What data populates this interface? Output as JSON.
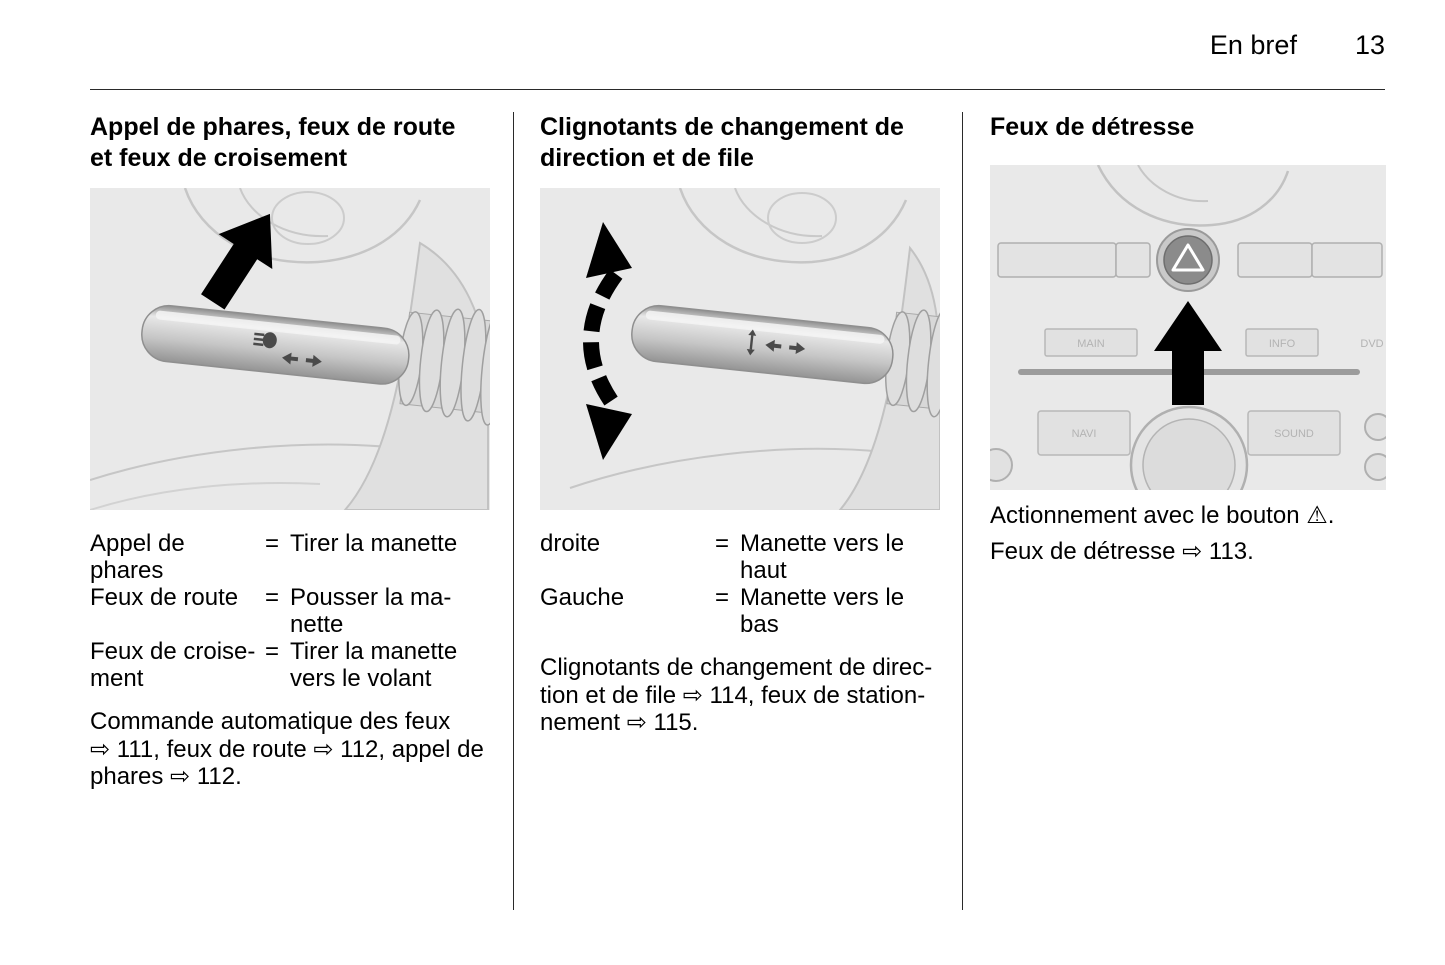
{
  "header": {
    "section": "En bref",
    "page_number": "13"
  },
  "symbols": {
    "equals": "="
  },
  "columns": {
    "left": {
      "heading": "Appel de phares, feux de route\net feux de croisement",
      "definitions": [
        {
          "term": "Appel de\nphares",
          "def": "Tirer la manette"
        },
        {
          "term": "Feux de route",
          "def": "Pousser la ma-\nnette"
        },
        {
          "term": "Feux de croise-\nment",
          "def": "Tirer la manette\nvers le volant"
        }
      ],
      "paragraph": "Commande automatique des feux\n⇨ 111, feux de route ⇨ 112, appel de\nphares ⇨ 112."
    },
    "middle": {
      "heading": "Clignotants de changement de\ndirection et de file",
      "definitions": [
        {
          "term": "droite",
          "def": "Manette vers le\nhaut"
        },
        {
          "term": "Gauche",
          "def": "Manette vers le\nbas"
        }
      ],
      "paragraph": "Clignotants de changement de direc-\ntion et de file ⇨ 114, feux de station-\nnement ⇨ 115."
    },
    "right": {
      "heading": "Feux de détresse",
      "line1": "Actionnement avec le bouton ⚠.",
      "line2": "Feux de détresse ⇨ 113.",
      "panel_labels": {
        "main": "MAIN",
        "info": "INFO",
        "dvd": "DVD",
        "navi": "NAVI",
        "sound": "SOUND"
      }
    }
  }
}
